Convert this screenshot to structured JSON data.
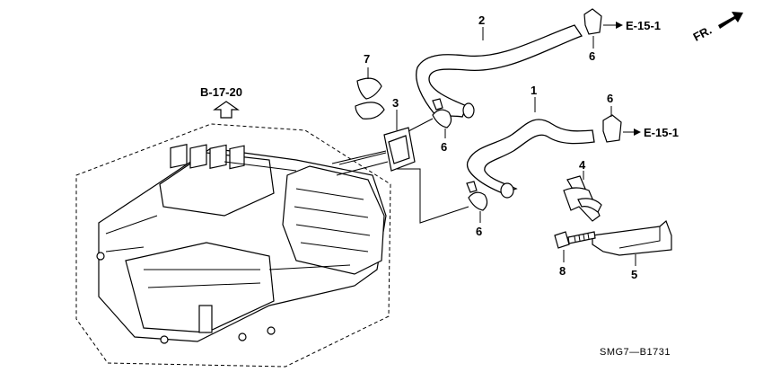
{
  "labels": {
    "part_1": "1",
    "part_2": "2",
    "part_3": "3",
    "part_4": "4",
    "part_5": "5",
    "part_6a": "6",
    "part_6b": "6",
    "part_6c": "6",
    "part_6d": "6",
    "part_7": "7",
    "part_8": "8"
  },
  "references": {
    "ref_top": "E-15-1",
    "ref_mid": "E-15-1",
    "ref_unit": "B-17-20",
    "front": "FR."
  },
  "diagram_code": "SMG7—B1731"
}
